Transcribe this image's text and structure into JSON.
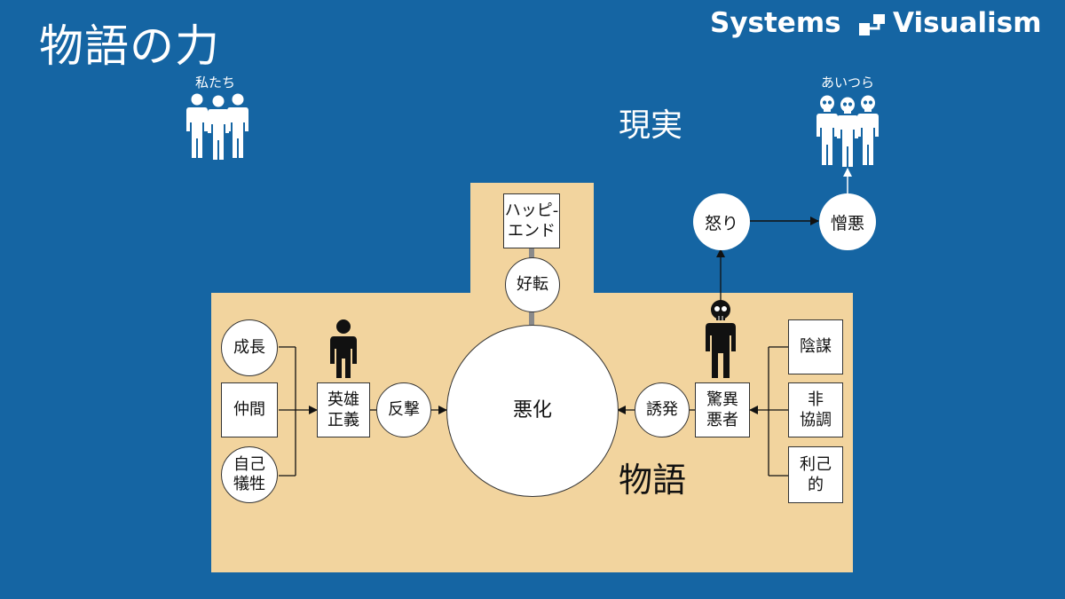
{
  "title": "物語の力",
  "brand": {
    "left": "Systems",
    "right": "Visualism"
  },
  "groups": {
    "us": "私たち",
    "them": "あいつら"
  },
  "realm": {
    "reality": "現実",
    "story": "物語"
  },
  "nodes": {
    "happy_end": {
      "line1": "ハッピ-",
      "line2": "エンド"
    },
    "turnaround": "好転",
    "worsening": "悪化",
    "growth": "成長",
    "friends": "仲間",
    "sacrifice": {
      "line1": "自己",
      "line2": "犠牲"
    },
    "hero": {
      "line1": "英雄",
      "line2": "正義"
    },
    "counterattack": "反撃",
    "provocation": "誘発",
    "villain": {
      "line1": "驚異",
      "line2": "悪者"
    },
    "conspiracy": "陰謀",
    "noncoop": {
      "line1": "非",
      "line2": "協調"
    },
    "selfish": {
      "line1": "利己",
      "line2": "的"
    },
    "anger": "怒り",
    "hatred": "憎悪"
  },
  "colors": {
    "background": "#1565a3",
    "story_area": "#f2d49e",
    "node_fill": "#ffffff",
    "figure": "#111111"
  },
  "icons": [
    "logo-icon",
    "people-icon",
    "skull-people-icon",
    "person-icon",
    "skull-person-icon"
  ]
}
